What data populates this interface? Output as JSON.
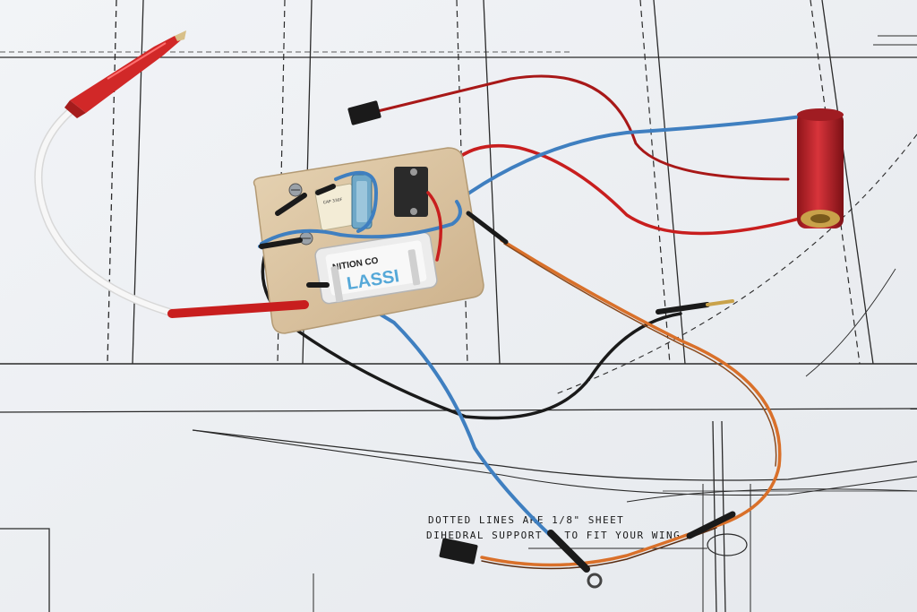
{
  "photo": {
    "subject": "",
    "plan_note_line1": "DOTTED LINES ARE 1/8\" SHEET",
    "plan_note_line2": "DIHEDRAL SUPPORT - TO FIT YOUR WING",
    "module_label_top": "NITION CO",
    "module_label_main": "LASSI",
    "capacitor_text": "CAP 330F"
  },
  "colors": {
    "paper": "#eef0f3",
    "plan_line": "#2a2a2a",
    "board": "#dcc6a4",
    "wire_red": "#c81e1e",
    "wire_blue": "#3f7fc0",
    "wire_black": "#1a1a1a",
    "wire_orange": "#d9702a",
    "wire_white": "#f2f2f2",
    "battery_red": "#c4242c"
  }
}
